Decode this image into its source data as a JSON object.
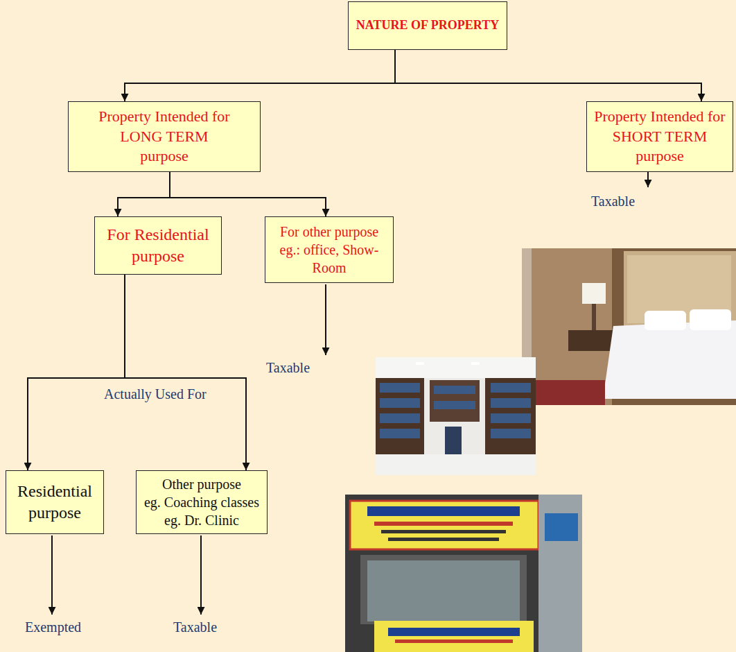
{
  "diagram": {
    "nodes": [
      {
        "text": [
          "NATURE OF PROPERTY"
        ]
      },
      {
        "text": [
          "Property Intended for LONG TERM purpose"
        ]
      },
      {
        "text": [
          "Property Intended for SHORT TERM purpose"
        ]
      },
      {
        "text": [
          "For Residential purpose"
        ]
      },
      {
        "text": [
          "For other purpose",
          "eg.: office, Show-Room"
        ]
      },
      {
        "text": [
          "Residential purpose"
        ]
      },
      {
        "text": [
          "Other purpose",
          "eg. Coaching classes",
          "eg. Dr. Clinic"
        ]
      }
    ],
    "edges": [
      {
        "from": 0,
        "to": 1,
        "arrow": "to"
      },
      {
        "from": 0,
        "to": 2,
        "arrow": "to"
      },
      {
        "from": 1,
        "to": 3,
        "arrow": "to"
      },
      {
        "from": 1,
        "to": 4,
        "arrow": "to"
      },
      {
        "from": 3,
        "to": 5,
        "arrow": "to"
      },
      {
        "from": 3,
        "to": 6,
        "arrow": "to"
      }
    ],
    "labels": [
      "Taxable",
      "Taxable",
      "Actually Used For",
      "Exempted",
      "Taxable"
    ]
  }
}
